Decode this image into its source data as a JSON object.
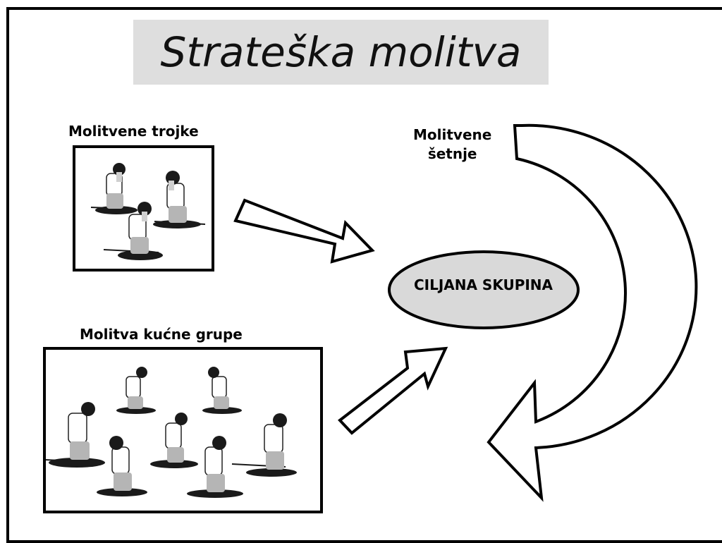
{
  "title": "Strateška molitva",
  "labels": {
    "prayer_triplets": "Molitvene trojke",
    "prayer_walks_line1": "Molitvene",
    "prayer_walks_line2": "šetnje",
    "house_group_prayer": "Molitva kućne grupe"
  },
  "target": "CILJANA SKUPINA",
  "colors": {
    "title_background": "#dedede",
    "ellipse_fill": "#d9d9d9",
    "figure_shirt": "#ffffff",
    "figure_pants": "#b5b5b5",
    "figure_dark": "#1a1a1a"
  }
}
